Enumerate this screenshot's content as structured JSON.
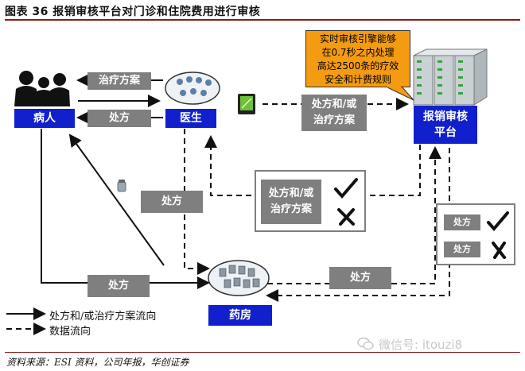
{
  "title": "图表 36    报销审核平台对门诊和住院费用进行审核",
  "callout": {
    "line1": "实时审核引擎能够",
    "line2": "在0.7秒之内处理",
    "line3": "高达2500条的疗效",
    "line4": "安全和计费规则"
  },
  "entities": {
    "patient": "病人",
    "doctor": "医生",
    "platform_line1": "报销审核",
    "platform_line2": "平台",
    "pharmacy": "药房"
  },
  "flow_labels": {
    "treatment_plan": "治疗方案",
    "prescription_to_patient": "处方",
    "rx_or_plan_top_line1": "处方和/或",
    "rx_or_plan_top_line2": "治疗方案",
    "rx_mid": "处方",
    "rx_bottom_left": "处方",
    "rx_bottom_right": "处方"
  },
  "review_panel_left": {
    "line1": "处方和/或",
    "line2": "治疗方案",
    "approve_icon": "checkmark-icon",
    "reject_icon": "cross-icon"
  },
  "review_panel_right": {
    "approved_label": "处方",
    "rejected_label": "处方",
    "approve_icon": "checkmark-icon",
    "reject_icon": "cross-icon"
  },
  "legend": {
    "solid": "处方和/或治疗方案流向",
    "dashed": "数据流向"
  },
  "source": "资料来源：ESI 资料，公司年报，华创证券",
  "watermark": "微信号: itouzi8",
  "colors": {
    "entity_blue": "#1020cc",
    "label_grey": "#7f7f7f",
    "callout_orange": "#f49b12",
    "title_rule": "#8b1a1a"
  }
}
